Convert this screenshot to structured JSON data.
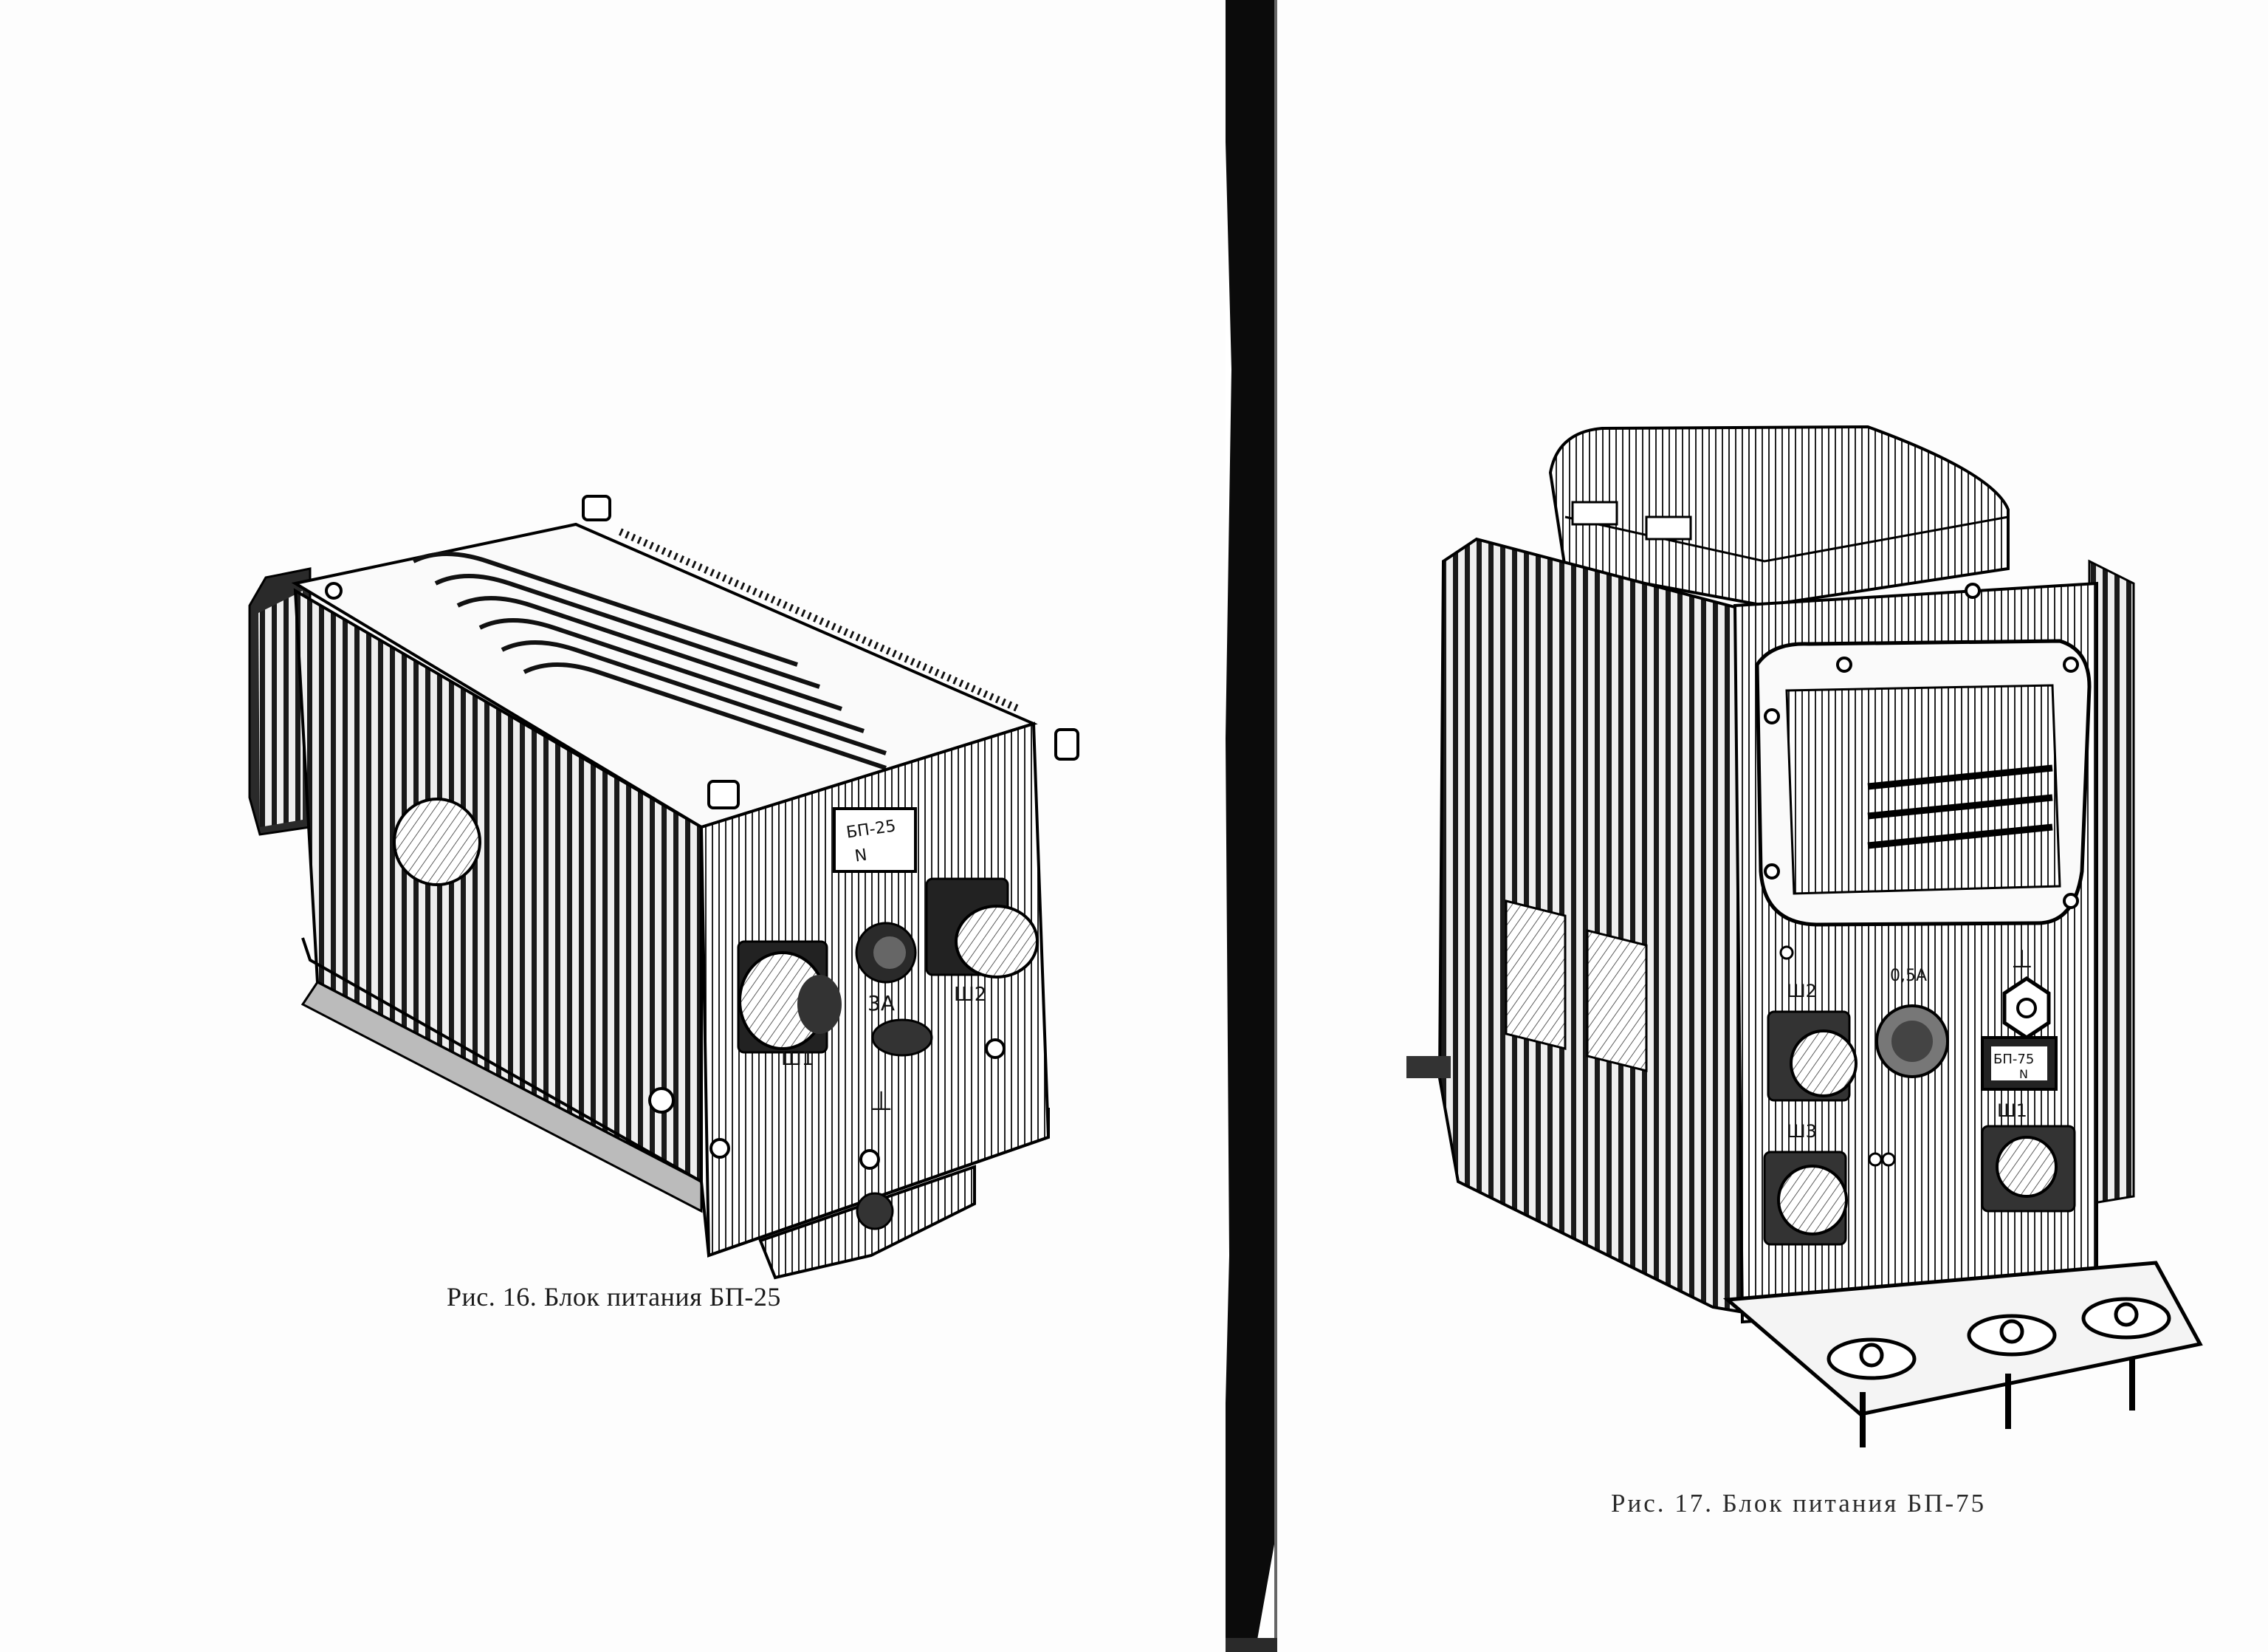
{
  "document": {
    "left_page": {
      "figure": {
        "caption": "Рис. 16. Блок питания БП-25",
        "labels": {
          "plate_line1": "БП-25",
          "plate_line2": "N",
          "connector_1": "Ш1",
          "connector_2": "Ш2",
          "fuse": "3А",
          "ground": "⊥"
        }
      }
    },
    "right_page": {
      "figure": {
        "caption": "Рис. 17. Блок питания БП-75",
        "labels": {
          "connector_2": "Ш2",
          "fuse": "0,5А",
          "ground": "⊥",
          "plate_line1": "БП-75",
          "plate_line2": "N",
          "connector_3": "Ш3",
          "connector_1": "Ш1"
        }
      }
    }
  }
}
